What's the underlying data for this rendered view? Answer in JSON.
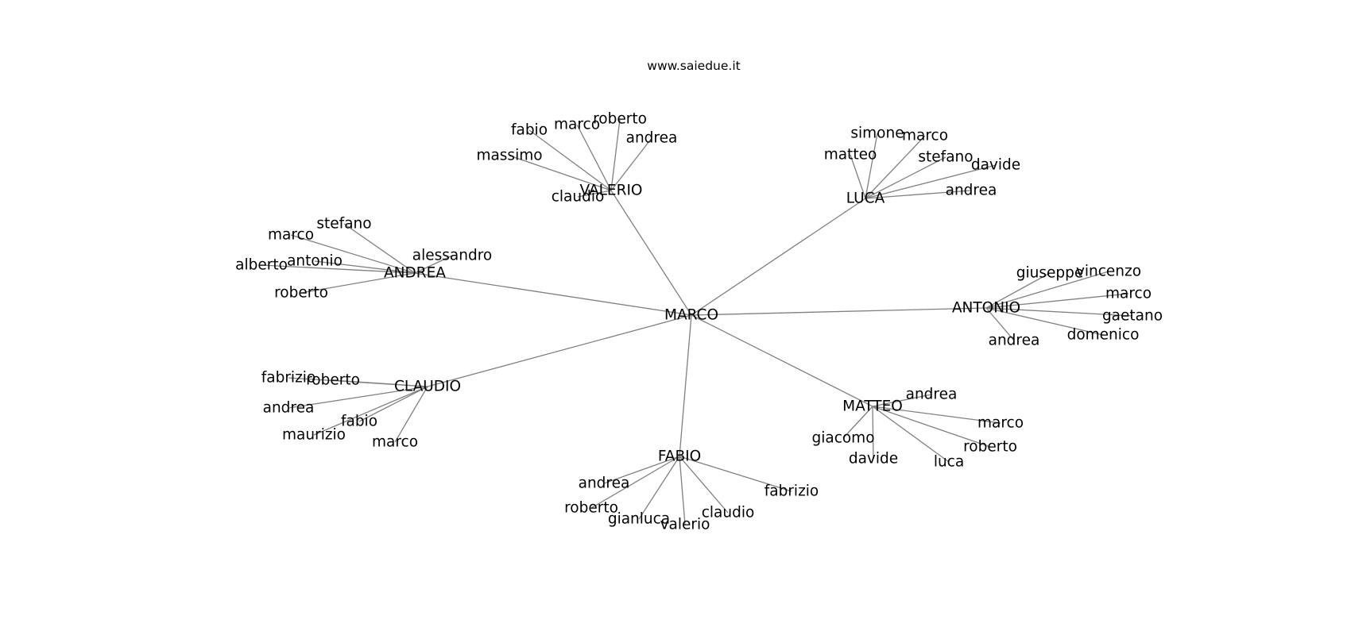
{
  "title": "www.saiedue.it",
  "root": "MARCO",
  "hubs": [
    {
      "name": "VALERIO",
      "children": [
        "fabio",
        "marco",
        "roberto",
        "andrea",
        "massimo",
        "claudio"
      ]
    },
    {
      "name": "LUCA",
      "children": [
        "simone",
        "marco",
        "matteo",
        "stefano",
        "davide",
        "andrea"
      ]
    },
    {
      "name": "ANDREA",
      "children": [
        "stefano",
        "marco",
        "alessandro",
        "alberto",
        "antonio",
        "roberto"
      ]
    },
    {
      "name": "ANTONIO",
      "children": [
        "giuseppe",
        "vincenzo",
        "marco",
        "gaetano",
        "domenico",
        "andrea"
      ]
    },
    {
      "name": "CLAUDIO",
      "children": [
        "fabrizio",
        "roberto",
        "andrea",
        "fabio",
        "maurizio",
        "marco"
      ]
    },
    {
      "name": "MATTEO",
      "children": [
        "andrea",
        "marco",
        "giacomo",
        "roberto",
        "davide",
        "luca"
      ]
    },
    {
      "name": "FABIO",
      "children": [
        "andrea",
        "fabrizio",
        "roberto",
        "gianluca",
        "claudio",
        "valerio"
      ]
    }
  ]
}
